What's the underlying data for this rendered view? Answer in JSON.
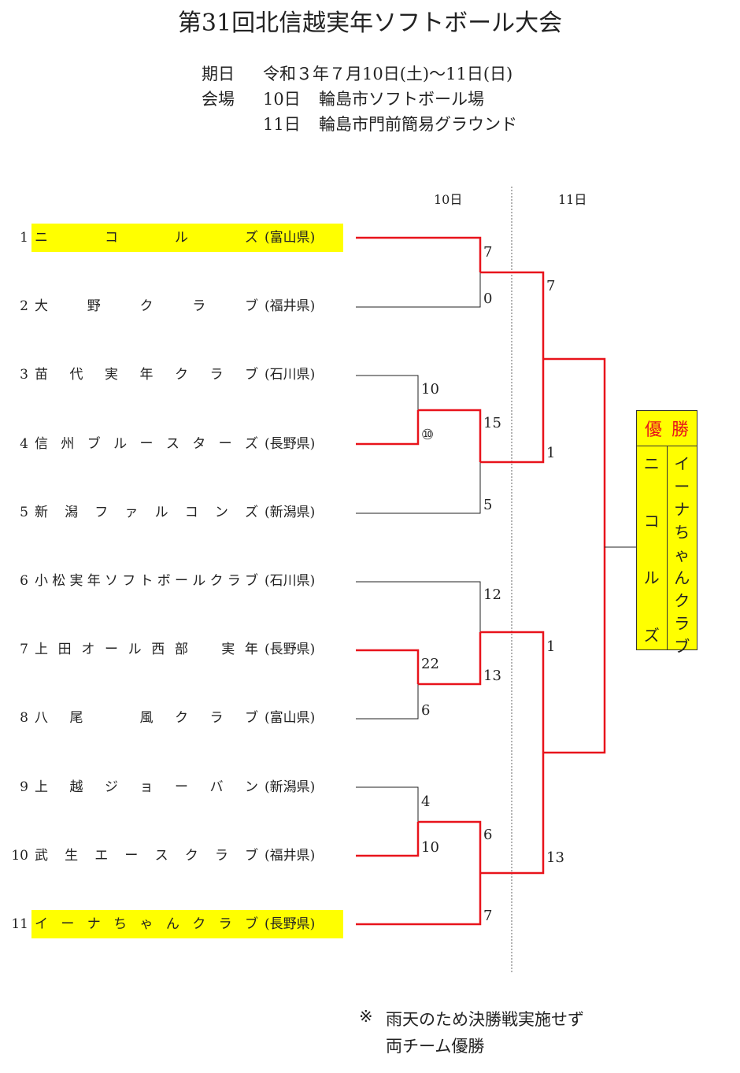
{
  "title": "第31回北信越実年ソフトボール大会",
  "info": {
    "date_label": "期日",
    "date_value": "令和３年７月10日(土)～11日(日)",
    "venue_label": "会場",
    "venue1_day": "10日",
    "venue1_name": "輪島市ソフトボール場",
    "venue2_day": "11日",
    "venue2_name": "輪島市門前簡易グラウンド"
  },
  "days": {
    "day1": "10日",
    "day2": "11日"
  },
  "teams": [
    {
      "num": "1",
      "chars": [
        "ニ",
        "コ",
        "ル",
        "ズ"
      ],
      "pref": "(富山県)",
      "highlight": true
    },
    {
      "num": "2",
      "chars": [
        "大",
        "野",
        "ク",
        "ラ",
        "ブ"
      ],
      "pref": "(福井県)",
      "highlight": false
    },
    {
      "num": "3",
      "chars": [
        "苗",
        "代",
        "実",
        "年",
        "ク",
        "ラ",
        "ブ"
      ],
      "pref": "(石川県)",
      "highlight": false
    },
    {
      "num": "4",
      "chars": [
        "信",
        "州",
        "ブ",
        "ル",
        "ー",
        "ス",
        "タ",
        "ー",
        "ズ"
      ],
      "pref": "(長野県)",
      "highlight": false
    },
    {
      "num": "5",
      "chars": [
        "新",
        "潟",
        "フ",
        "ァ",
        "ル",
        "コ",
        "ン",
        "ズ"
      ],
      "pref": "(新潟県)",
      "highlight": false
    },
    {
      "num": "6",
      "chars": [
        "小",
        "松",
        "実",
        "年",
        "ソ",
        "フ",
        "ト",
        "ボ",
        "ー",
        "ル",
        "ク",
        "ラ",
        "ブ"
      ],
      "pref": "(石川県)",
      "highlight": false
    },
    {
      "num": "7",
      "chars": [
        "上",
        "田",
        "オ",
        "ー",
        "ル",
        "西",
        "部",
        "",
        "実",
        "年"
      ],
      "pref": "(長野県)",
      "highlight": false
    },
    {
      "num": "8",
      "chars": [
        "八",
        "尾",
        "",
        "風",
        "ク",
        "ラ",
        "ブ"
      ],
      "pref": "(富山県)",
      "highlight": false
    },
    {
      "num": "9",
      "chars": [
        "上",
        "越",
        "ジ",
        "ョ",
        "ー",
        "バ",
        "ン"
      ],
      "pref": "(新潟県)",
      "highlight": false
    },
    {
      "num": "10",
      "chars": [
        "武",
        "生",
        "エ",
        "ー",
        "ス",
        "ク",
        "ラ",
        "ブ"
      ],
      "pref": "(福井県)",
      "highlight": false
    },
    {
      "num": "11",
      "chars": [
        "イ",
        "ー",
        "ナ",
        "ち",
        "ゃ",
        "ん",
        "ク",
        "ラ",
        "ブ"
      ],
      "pref": "(長野県)",
      "highlight": true
    }
  ],
  "scores": {
    "m1_t1": "7",
    "m1_t2": "0",
    "m2_t3": "10",
    "m2_t4": "⑩",
    "m3_w": "15",
    "m3_t5": "5",
    "m4_t7": "22",
    "m4_t8": "6",
    "m5_t6": "12",
    "m5_w": "13",
    "m6_t9": "4",
    "m6_t10": "10",
    "m7_w": "6",
    "m7_t11": "7",
    "sf1_top": "7",
    "sf1_bot": "1",
    "sf2_top": "1",
    "sf2_bot": "13"
  },
  "champion": {
    "label_1": "優",
    "label_2": "勝",
    "team_a": [
      "ニ",
      "コ",
      "ル",
      "ズ"
    ],
    "team_b": [
      "イ",
      "ー",
      "ナ",
      "ち",
      "ゃ",
      "ん",
      "ク",
      "ラ",
      "ブ"
    ]
  },
  "note": {
    "mark": "※",
    "line1": "雨天のため決勝戦実施せず",
    "line2": "両チーム優勝"
  },
  "colors": {
    "winner_line": "#e8131b",
    "loser_line": "#222222",
    "highlight": "#ffff00"
  }
}
